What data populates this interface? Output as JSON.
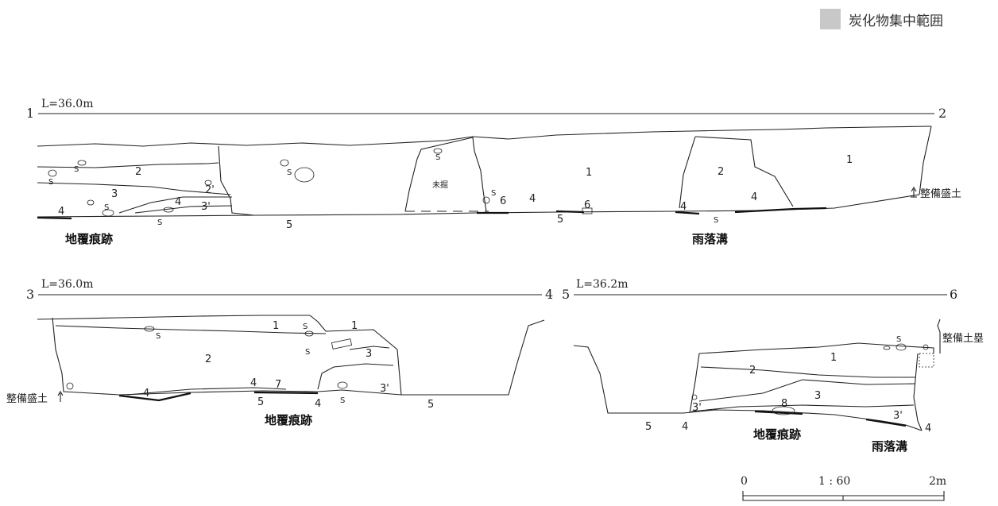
{
  "legend": {
    "swatch_color": "#c8c8c8",
    "text": "炭化物集中範囲"
  },
  "section_a": {
    "start": "1",
    "end": "2",
    "level": "L=36.0m",
    "labels": {
      "l1a": "2",
      "l1b": "3",
      "l1c": "2'",
      "l1d": "3'",
      "l1e": "4",
      "l1f": "4",
      "l1g": "5",
      "l1h": "未掘",
      "l1i": "6",
      "l1j": "4",
      "l1k": "1",
      "l1l": "5",
      "l1m": "6",
      "l1n": "2",
      "l1o": "1",
      "l1p": "4",
      "l1q": "4"
    },
    "s_marks": [
      "S",
      "S",
      "S",
      "S",
      "S",
      "S",
      "S",
      "S"
    ],
    "note_right": "整備盛土",
    "feature_left": "地覆痕跡",
    "feature_right": "雨落溝"
  },
  "section_b": {
    "start": "3",
    "end": "4",
    "level": "L=36.0m",
    "labels": {
      "a": "1",
      "b": "1",
      "c": "2",
      "d": "3",
      "e": "3'",
      "f": "4",
      "g": "4",
      "h": "7",
      "i": "5",
      "j": "4",
      "k": "5"
    },
    "s_marks": [
      "S",
      "S",
      "S",
      "S"
    ],
    "note_left": "整備盛土",
    "feature": "地覆痕跡"
  },
  "section_c": {
    "start": "5",
    "end": "6",
    "level": "L=36.2m",
    "labels": {
      "a": "1",
      "b": "2",
      "c": "3",
      "d": "3'",
      "e": "8",
      "f": "3'",
      "g": "4",
      "h": "5",
      "i": "4"
    },
    "s_mark": "S",
    "note_right": "整備土塁",
    "feature_left": "地覆痕跡",
    "feature_right": "雨落溝"
  },
  "scale": {
    "zero": "0",
    "ratio": "1 : 60",
    "max": "2m"
  }
}
